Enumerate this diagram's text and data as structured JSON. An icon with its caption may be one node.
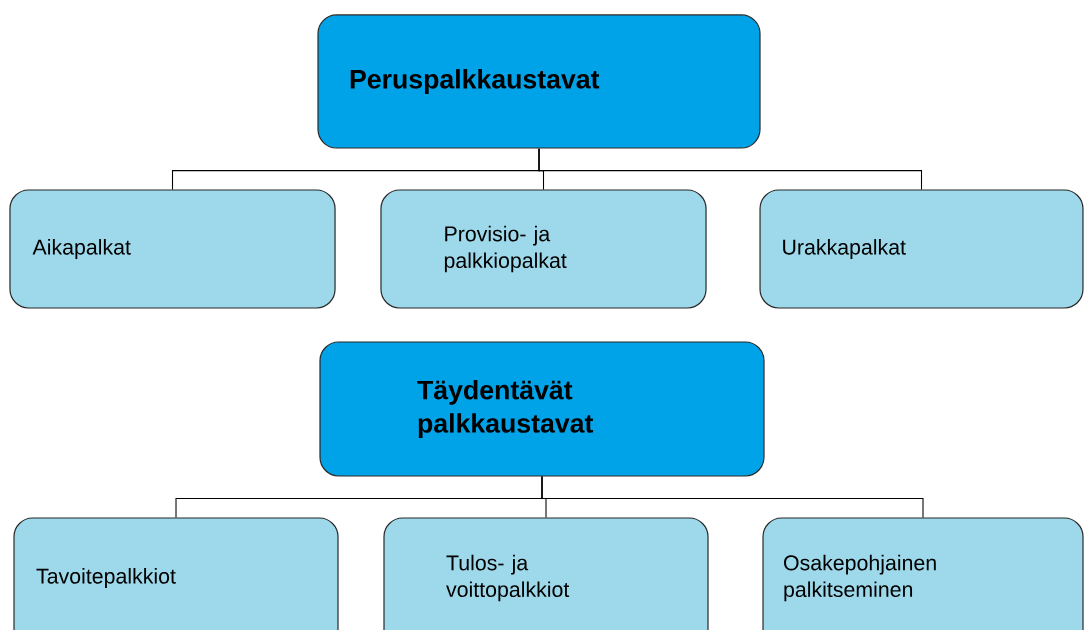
{
  "diagram": {
    "nodes": [
      {
        "text": [
          "Peruspalkkaustavat"
        ]
      },
      {
        "text": [
          "Aikapalkat"
        ]
      },
      {
        "text": [
          "Provisio- ja palkkiopalkat"
        ]
      },
      {
        "text": [
          "Urakkapalkat"
        ]
      },
      {
        "text": [
          "Täydentävät palkkaustavat"
        ]
      },
      {
        "text": [
          "Tavoitepalkkiot"
        ]
      },
      {
        "text": [
          "Tulos- ja voittopalkkiot"
        ]
      },
      {
        "text": [
          "Osakepohjainen palkitseminen"
        ]
      }
    ],
    "edges": [
      {
        "from": 0,
        "to": 1,
        "arrow": "none"
      },
      {
        "from": 0,
        "to": 2,
        "arrow": "none"
      },
      {
        "from": 0,
        "to": 3,
        "arrow": "none"
      },
      {
        "from": 4,
        "to": 5,
        "arrow": "none"
      },
      {
        "from": 4,
        "to": 6,
        "arrow": "none"
      },
      {
        "from": 4,
        "to": 7,
        "arrow": "none"
      }
    ]
  }
}
